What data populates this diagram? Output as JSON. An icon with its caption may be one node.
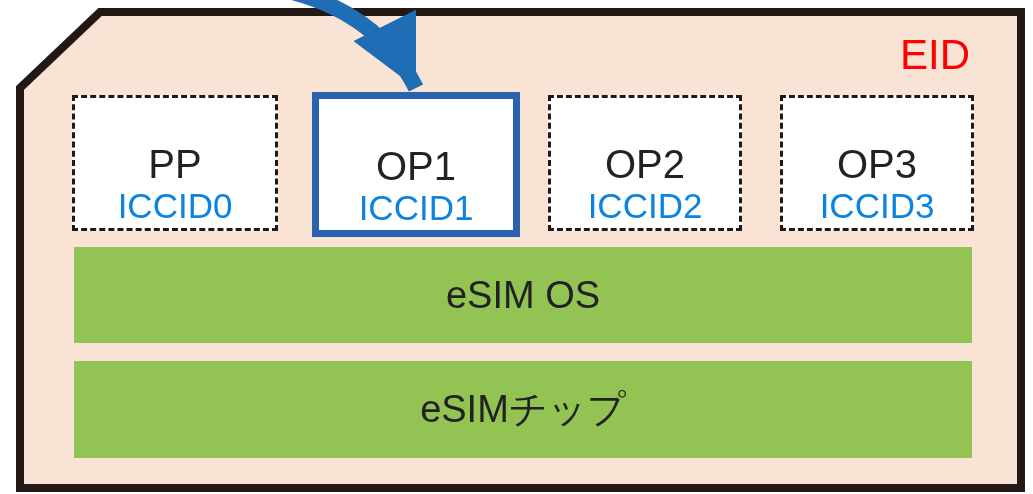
{
  "diagram": {
    "nodes": [
      {
        "text": [
          "EID"
        ]
      },
      {
        "text": [
          "PP",
          "ICCID0"
        ],
        "in": 0
      },
      {
        "text": [
          "OP1",
          "ICCID1"
        ],
        "in": 0
      },
      {
        "text": [
          "OP2",
          "ICCID2"
        ],
        "in": 0
      },
      {
        "text": [
          "OP3",
          "ICCID3"
        ],
        "in": 0
      },
      {
        "text": [
          "eSIM OS"
        ],
        "in": 0
      },
      {
        "text": [
          "eSIMチップ"
        ],
        "in": 0
      }
    ],
    "edges": [
      {
        "from": null,
        "to": 2,
        "arrow": "to",
        "color": "#1f6db5"
      }
    ]
  }
}
